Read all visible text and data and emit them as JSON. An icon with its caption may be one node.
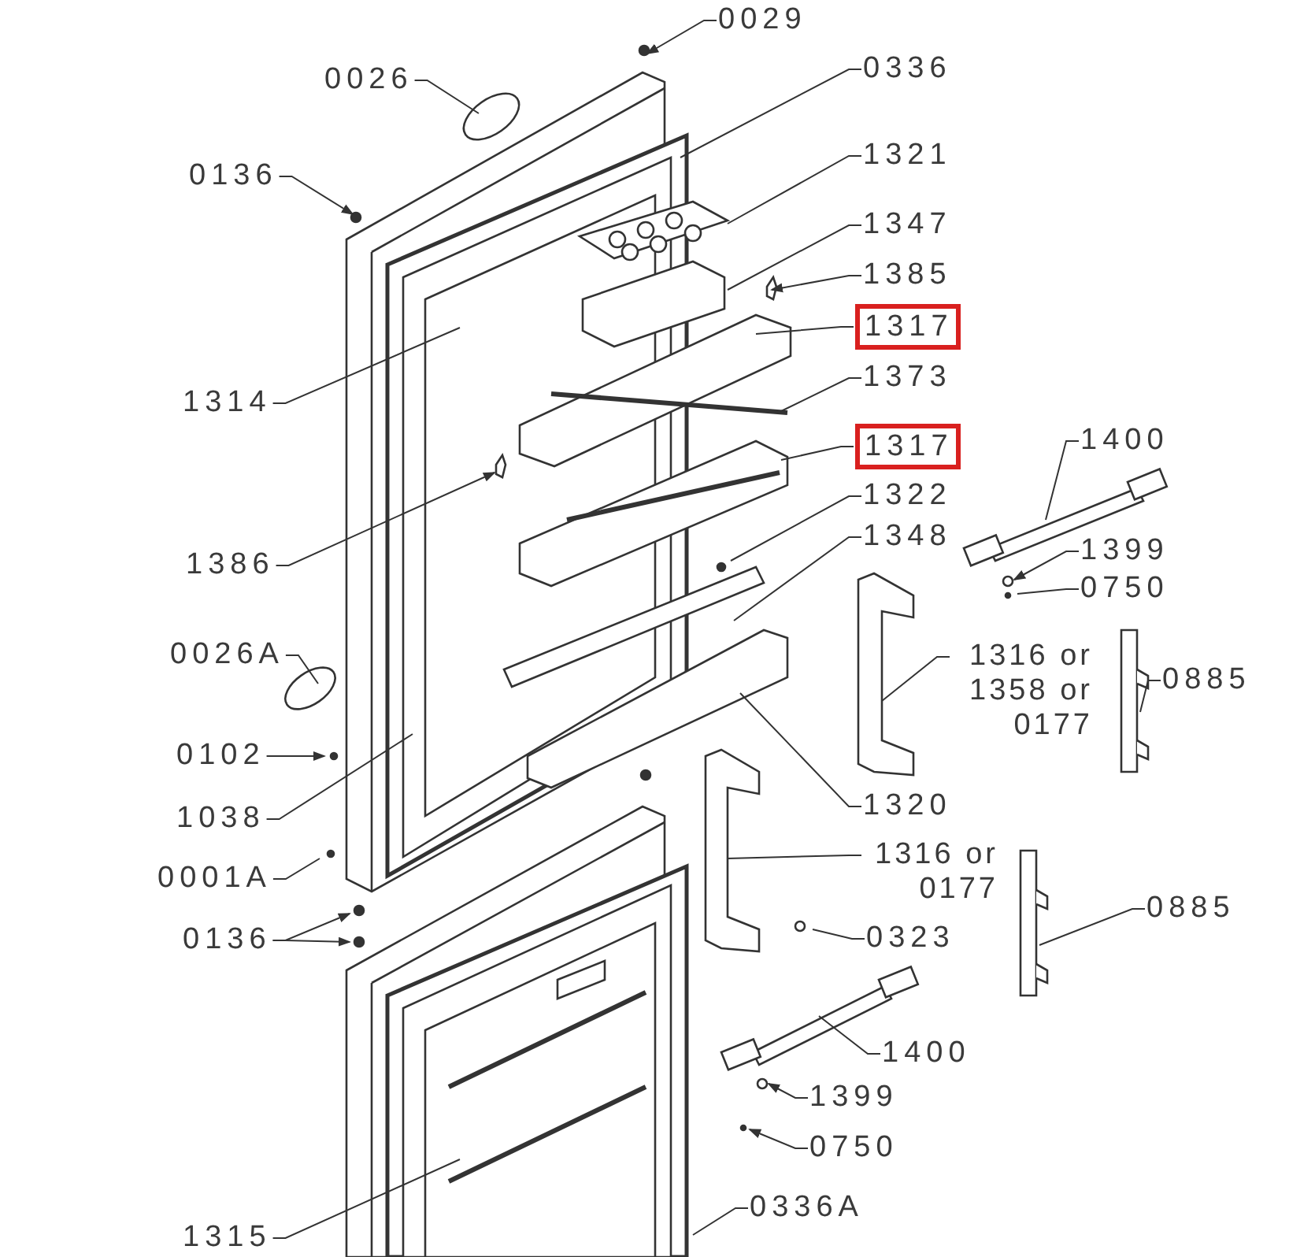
{
  "diagram": {
    "nodes": [
      {
        "text": [
          "0029"
        ]
      },
      {
        "text": [
          "0026"
        ]
      },
      {
        "text": [
          "0336"
        ]
      },
      {
        "text": [
          "0136"
        ]
      },
      {
        "text": [
          "1321"
        ]
      },
      {
        "text": [
          "1347"
        ]
      },
      {
        "text": [
          "1314"
        ]
      },
      {
        "text": [
          "1385"
        ]
      },
      {
        "text": [
          "1317"
        ]
      },
      {
        "text": [
          "1373"
        ]
      },
      {
        "text": [
          "1317"
        ]
      },
      {
        "text": [
          "1386"
        ]
      },
      {
        "text": [
          "1322"
        ]
      },
      {
        "text": [
          "1348"
        ]
      },
      {
        "text": [
          "1400"
        ]
      },
      {
        "text": [
          "1399"
        ]
      },
      {
        "text": [
          "0750"
        ]
      },
      {
        "text": [
          "0026A"
        ]
      },
      {
        "text": [
          "1316 or 1358 or 0177"
        ]
      },
      {
        "text": [
          "0885"
        ]
      },
      {
        "text": [
          "0102"
        ]
      },
      {
        "text": [
          "1038"
        ]
      },
      {
        "text": [
          "1320"
        ]
      },
      {
        "text": [
          "0001A"
        ]
      },
      {
        "text": [
          "1316 or 0177"
        ]
      },
      {
        "text": [
          "0136"
        ]
      },
      {
        "text": [
          "0323"
        ]
      },
      {
        "text": [
          "0885"
        ]
      },
      {
        "text": [
          "1400"
        ]
      },
      {
        "text": [
          "1399"
        ]
      },
      {
        "text": [
          "0750"
        ]
      },
      {
        "text": [
          "1315"
        ]
      },
      {
        "text": [
          "0336A"
        ]
      }
    ],
    "edges": [
      {
        "from": 0,
        "to": null,
        "arrow": "to"
      },
      {
        "from": 1,
        "to": null,
        "arrow": "none"
      },
      {
        "from": 2,
        "to": null,
        "arrow": "none"
      },
      {
        "from": 3,
        "to": null,
        "arrow": "to"
      },
      {
        "from": 4,
        "to": null,
        "arrow": "none"
      },
      {
        "from": 5,
        "to": null,
        "arrow": "none"
      },
      {
        "from": 6,
        "to": null,
        "arrow": "none"
      },
      {
        "from": 7,
        "to": null,
        "arrow": "to"
      },
      {
        "from": 8,
        "to": null,
        "arrow": "none"
      },
      {
        "from": 9,
        "to": null,
        "arrow": "none"
      },
      {
        "from": 10,
        "to": null,
        "arrow": "none"
      },
      {
        "from": 11,
        "to": null,
        "arrow": "to"
      },
      {
        "from": 12,
        "to": null,
        "arrow": "none"
      },
      {
        "from": 13,
        "to": null,
        "arrow": "none"
      },
      {
        "from": 14,
        "to": null,
        "arrow": "none"
      },
      {
        "from": 15,
        "to": null,
        "arrow": "to"
      },
      {
        "from": 16,
        "to": null,
        "arrow": "none"
      },
      {
        "from": 17,
        "to": null,
        "arrow": "none"
      },
      {
        "from": 18,
        "to": null,
        "arrow": "none"
      },
      {
        "from": 19,
        "to": null,
        "arrow": "none"
      },
      {
        "from": 20,
        "to": null,
        "arrow": "to"
      },
      {
        "from": 21,
        "to": null,
        "arrow": "none"
      },
      {
        "from": 22,
        "to": null,
        "arrow": "none"
      },
      {
        "from": 23,
        "to": null,
        "arrow": "none"
      },
      {
        "from": 24,
        "to": null,
        "arrow": "none"
      },
      {
        "from": 25,
        "to": null,
        "arrow": "to"
      },
      {
        "from": 25,
        "to": null,
        "arrow": "to"
      },
      {
        "from": 26,
        "to": null,
        "arrow": "none"
      },
      {
        "from": 27,
        "to": null,
        "arrow": "none"
      },
      {
        "from": 28,
        "to": null,
        "arrow": "none"
      },
      {
        "from": 29,
        "to": null,
        "arrow": "to"
      },
      {
        "from": 30,
        "to": null,
        "arrow": "to"
      },
      {
        "from": 31,
        "to": null,
        "arrow": "none"
      },
      {
        "from": 32,
        "to": null,
        "arrow": "none"
      }
    ]
  }
}
